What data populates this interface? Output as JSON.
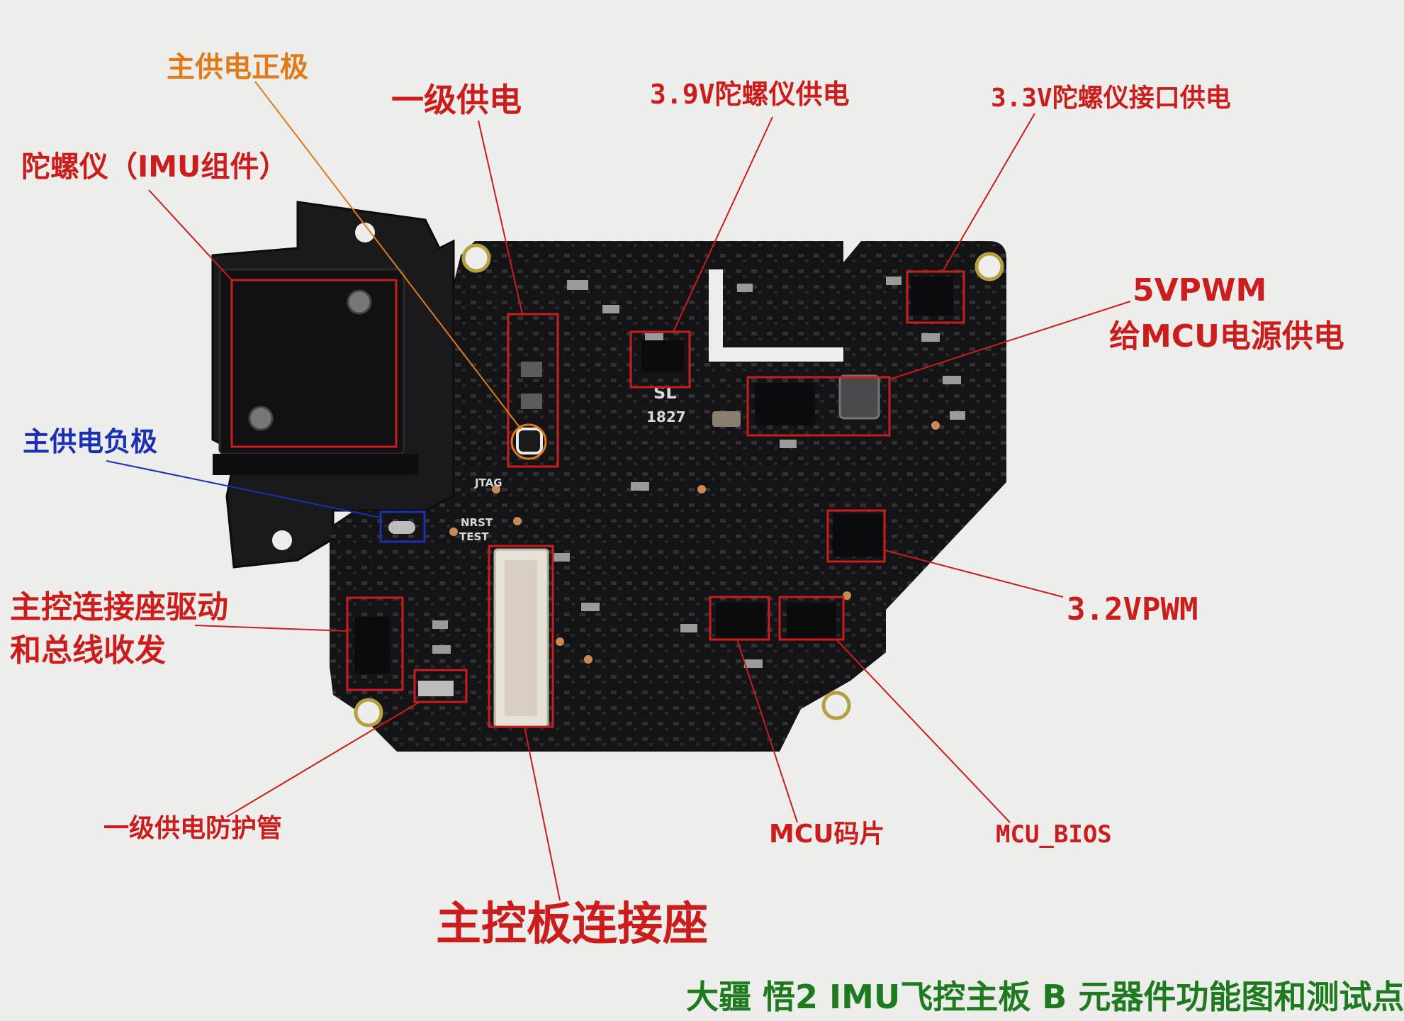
{
  "labels": {
    "gyro_imu": "陀螺仪（IMU组件）",
    "main_power_positive": "主供电正极",
    "primary_power": "一级供电",
    "gyro_power_3v9": "3.9V陀螺仪供电",
    "gyro_interface_power_3v3": "3.3V陀螺仪接口供电",
    "pwm_5v_line1": "5VPWM",
    "pwm_5v_line2": "给MCU电源供电",
    "main_power_negative": "主供电负极",
    "main_connector_driver_line1": "主控连接座驱动",
    "main_connector_driver_line2": "和总线收发",
    "pwm_3v2": "3.2VPWM",
    "primary_power_protection": "一级供电防护管",
    "mcu_chip": "MCU码片",
    "mcu_bios": "MCU_BIOS",
    "main_board_connector": "主控板连接座"
  },
  "silkscreen": {
    "jtag": "JTAG",
    "nrst": "NRST",
    "test": "TEST",
    "sl": "SL",
    "code": "1827"
  },
  "footer": {
    "title": "大疆 悟2 IMU飞控主板 B 元器件功能图和测试点"
  },
  "colors": {
    "annotation_red": "#cc1d1d",
    "annotation_orange": "#e07a1a",
    "annotation_blue": "#1a2fb3",
    "footer_green": "#1e7a1e",
    "pcb_black": "#141416",
    "background": "#ededeb"
  }
}
